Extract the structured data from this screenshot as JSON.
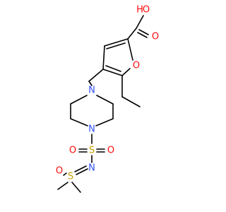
{
  "molecule": {
    "atoms": {
      "carboxyl_o": "O",
      "carboxyl_h": "H",
      "carbonyl_o": "O",
      "furan_o": "O",
      "piperazine_n1": "N",
      "piperazine_n2": "N",
      "sulfonyl_s": "S",
      "sulfonyl_o_left": "O",
      "sulfonyl_o_right": "O",
      "imine_n": "N",
      "sulfoximine_s": "S",
      "sulfoximine_o": "O"
    },
    "colors": {
      "carbon": "#000000",
      "oxygen": "#ff0d0d",
      "nitrogen": "#3050f8",
      "sulfur": "#c8a000"
    }
  }
}
